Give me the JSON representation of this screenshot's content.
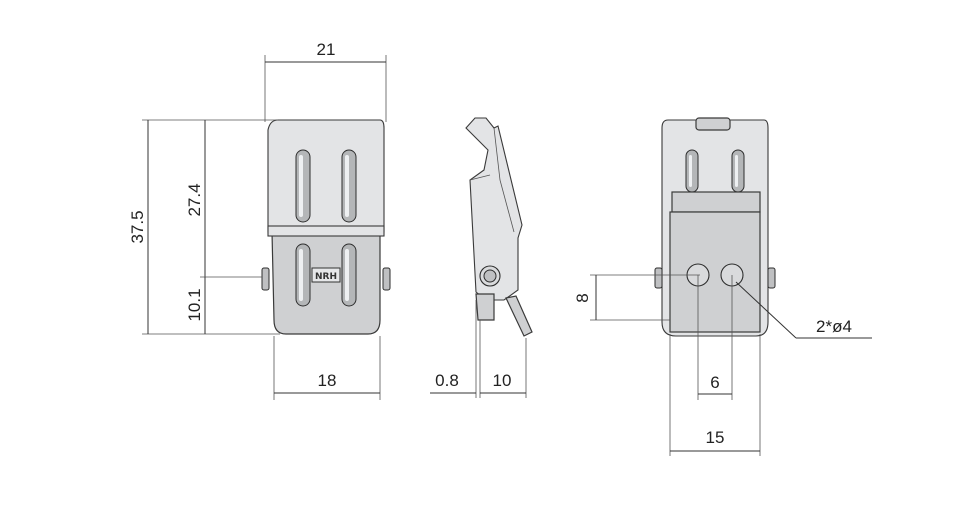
{
  "dimensions": {
    "front_width_top": "21",
    "front_height_total": "37.5",
    "front_height_upper": "27.4",
    "front_height_lower": "10.1",
    "front_width_bottom": "18",
    "side_thickness": "0.8",
    "side_depth": "10",
    "rear_hole_height": "8",
    "rear_hole_spacing": "6",
    "rear_width_bottom": "15",
    "rear_hole_callout": "2*ø4"
  },
  "logo": {
    "text": "NRH"
  },
  "colors": {
    "part_fill": "#cfd0d2",
    "part_light": "#e3e4e6",
    "line": "#333333"
  }
}
